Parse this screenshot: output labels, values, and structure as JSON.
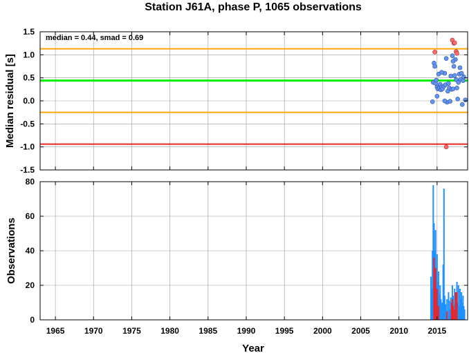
{
  "title": "Station J61A, phase P, 1065 observations",
  "annotation": "median = 0.44, smad = 0.69",
  "colors": {
    "median_line": "#00ee00",
    "smad_lines": "#ffa500",
    "outlier_threshold": "#ee2222",
    "point_fill": "#6495ed",
    "outlier_fill": "#ff6a6a",
    "bar_fill": "#1e90ff",
    "outlier_bar_fill": "#ee2222",
    "grid": "#9a9a9a"
  },
  "chart_data": [
    {
      "type": "scatter",
      "panel": "top",
      "title": "Station J61A, phase P, 1065 observations",
      "xlabel": "",
      "ylabel": "Median residual [s]",
      "xlim": [
        1963,
        2019
      ],
      "ylim": [
        -1.5,
        1.5
      ],
      "x_ticks": [
        "1965",
        "1970",
        "1975",
        "1980",
        "1985",
        "1990",
        "1995",
        "2000",
        "2005",
        "2010",
        "2015"
      ],
      "y_ticks": [
        "1.5",
        "1.0",
        "0.5",
        "0.0",
        "-0.5",
        "-1.0",
        "-1.5"
      ],
      "grid": true,
      "reference_lines": [
        {
          "name": "median",
          "y": 0.44,
          "color": "#00ee00"
        },
        {
          "name": "median + smad",
          "y": 1.13,
          "color": "#ffa500"
        },
        {
          "name": "median - smad",
          "y": -0.25,
          "color": "#ffa500"
        },
        {
          "name": "lower threshold",
          "y": -0.94,
          "color": "#ee2222"
        }
      ],
      "series": [
        {
          "points": [
            [
              2014.5,
              0.4
            ],
            [
              2014.6,
              0.82
            ],
            [
              2014.7,
              0.75
            ],
            [
              2014.8,
              0.38
            ],
            [
              2014.9,
              0.45
            ],
            [
              2015.0,
              0.3
            ],
            [
              2015.1,
              0.26
            ],
            [
              2015.2,
              0.58
            ],
            [
              2015.3,
              0.28
            ],
            [
              2015.4,
              0.36
            ],
            [
              2015.5,
              0.24
            ],
            [
              2015.6,
              0.3
            ],
            [
              2015.7,
              0.26
            ],
            [
              2015.9,
              0.32
            ],
            [
              2016.0,
              0.6
            ],
            [
              2016.1,
              0.35
            ],
            [
              2016.2,
              0.92
            ],
            [
              2016.3,
              -0.03
            ],
            [
              2016.4,
              0.21
            ],
            [
              2016.5,
              0.38
            ],
            [
              2016.6,
              0.28
            ],
            [
              2016.7,
              -0.01
            ],
            [
              2016.8,
              0.54
            ],
            [
              2016.9,
              0.25
            ],
            [
              2017.0,
              0.98
            ],
            [
              2017.1,
              0.26
            ],
            [
              2017.2,
              0.75
            ],
            [
              2017.3,
              0.55
            ],
            [
              2017.4,
              0.9
            ],
            [
              2017.5,
              0.46
            ],
            [
              2017.6,
              0.28
            ],
            [
              2017.7,
              0.04
            ],
            [
              2017.8,
              0.4
            ],
            [
              2017.9,
              0.58
            ],
            [
              2018.0,
              0.72
            ],
            [
              2018.1,
              0.47
            ],
            [
              2018.2,
              0.6
            ],
            [
              2018.3,
              -0.08
            ],
            [
              2018.4,
              0.44
            ],
            [
              2018.5,
              0.52
            ],
            [
              2015.0,
              0.1
            ],
            [
              2014.4,
              -0.02
            ],
            [
              2016.0,
              0.0
            ],
            [
              2017.1,
              0.86
            ],
            [
              2015.6,
              0.62
            ],
            [
              2018.7,
              0.02
            ]
          ],
          "outliers": [
            [
              2014.7,
              1.06
            ],
            [
              2016.2,
              -1.0
            ],
            [
              2017.0,
              1.32
            ],
            [
              2017.2,
              1.25
            ],
            [
              2017.3,
              1.26
            ],
            [
              2017.5,
              1.07
            ],
            [
              2017.6,
              1.03
            ]
          ]
        }
      ]
    },
    {
      "type": "bar",
      "panel": "bottom",
      "xlabel": "Year",
      "ylabel": "Observations",
      "xlim": [
        1963,
        2019
      ],
      "ylim": [
        0,
        80
      ],
      "x_ticks": [
        "1965",
        "1970",
        "1975",
        "1980",
        "1985",
        "1990",
        "1995",
        "2000",
        "2005",
        "2010",
        "2015"
      ],
      "y_ticks": [
        "80",
        "60",
        "40",
        "20",
        "0"
      ],
      "grid": true,
      "series": [
        {
          "x": [
            2014.2,
            2014.3,
            2014.4,
            2014.5,
            2014.6,
            2014.7,
            2014.8,
            2014.9,
            2015.0,
            2015.1,
            2015.2,
            2015.3,
            2015.4,
            2015.5,
            2015.6,
            2015.7,
            2015.8,
            2015.9,
            2016.0,
            2016.1,
            2016.2,
            2016.3,
            2016.5,
            2016.6,
            2016.7,
            2016.8,
            2016.9,
            2017.0,
            2017.1,
            2017.2,
            2017.3,
            2017.4,
            2017.5,
            2017.6,
            2017.7,
            2017.8,
            2017.9,
            2018.0,
            2018.1,
            2018.2,
            2018.3,
            2018.4,
            2018.5,
            2018.6
          ],
          "values": [
            25,
            18,
            40,
            78,
            56,
            40,
            52,
            30,
            38,
            22,
            28,
            15,
            20,
            12,
            9,
            10,
            32,
            76,
            14,
            9,
            4,
            12,
            16,
            11,
            6,
            13,
            10,
            20,
            14,
            9,
            18,
            12,
            16,
            22,
            10,
            20,
            8,
            18,
            12,
            16,
            10,
            14,
            8,
            6
          ]
        },
        {
          "x": [
            2014.6,
            2014.7,
            2014.8,
            2015.0,
            2015.2,
            2016.3,
            2016.9,
            2017.0,
            2017.1,
            2017.3,
            2017.4,
            2017.6
          ],
          "values": [
            36,
            22,
            30,
            18,
            8,
            5,
            10,
            12,
            8,
            6,
            16,
            16
          ]
        }
      ]
    }
  ]
}
